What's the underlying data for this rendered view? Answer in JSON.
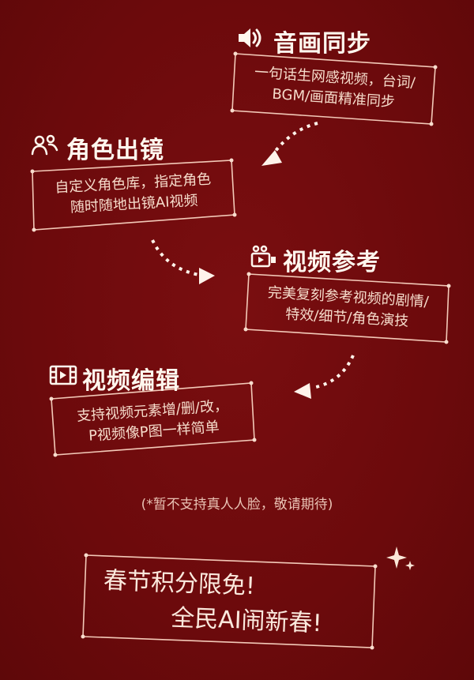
{
  "colors": {
    "background": "#6c0a0c",
    "title_text": "#fff7ee",
    "desc_text": "#f6dccb",
    "frame_line": "#f3c9b8"
  },
  "features": [
    {
      "icon": "speaker-icon",
      "title": "音画同步",
      "desc_lines": [
        "一句话生网感视频，台词/",
        "BGM/画面精准同步"
      ]
    },
    {
      "icon": "people-icon",
      "title": "角色出镜",
      "desc_lines": [
        "自定义角色库，指定角色",
        "随时随地出镜AI视频"
      ]
    },
    {
      "icon": "video-camera-icon",
      "title": "视频参考",
      "desc_lines": [
        "完美复刻参考视频的剧情/",
        "特效/细节/角色演技"
      ]
    },
    {
      "icon": "film-play-icon",
      "title": "视频编辑",
      "desc_lines": [
        "支持视频元素增/删/改，",
        "P视频像P图一样简单"
      ]
    }
  ],
  "note": "(*暂不支持真人人脸，敬请期待)",
  "promo": {
    "line1": "春节积分限免!",
    "line2": "全民AI闹新春!"
  },
  "decor": {
    "sparkle": "sparkle-icon"
  }
}
